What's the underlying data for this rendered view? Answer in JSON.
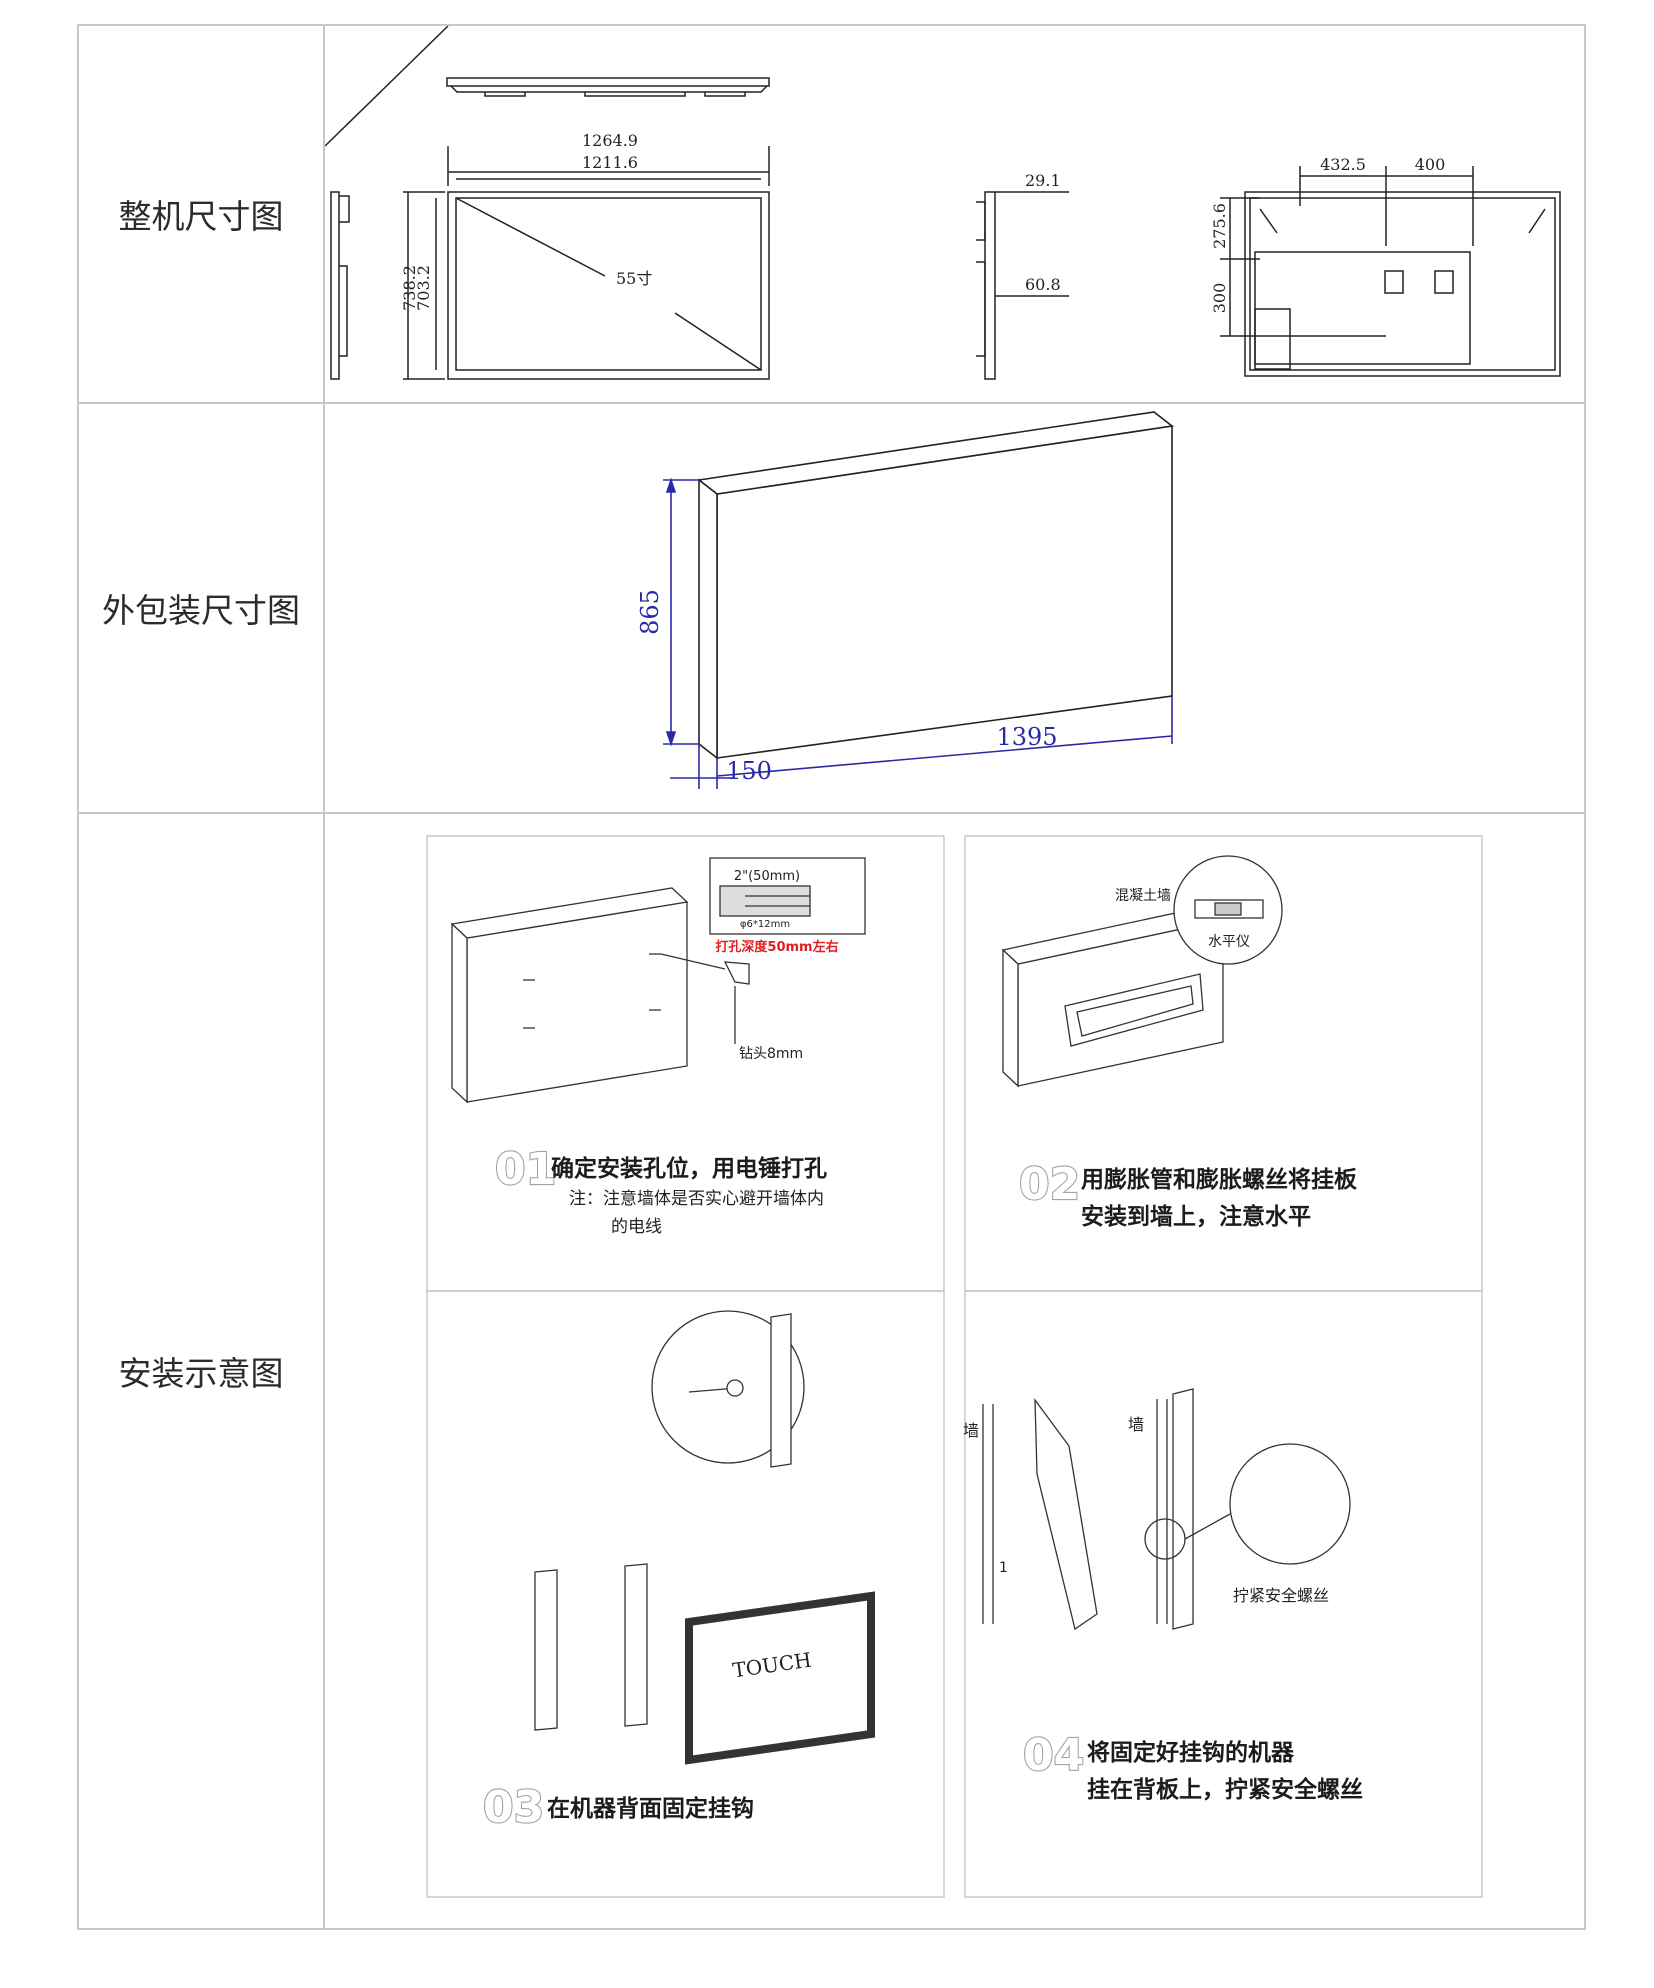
{
  "rows": {
    "dimensions": {
      "label": "整机尺寸图"
    },
    "package": {
      "label": "外包装尺寸图"
    },
    "install": {
      "label": "安装示意图"
    }
  },
  "dimension_drawing": {
    "overall_width": "1264.9",
    "screen_width": "1211.6",
    "overall_height": "738.2",
    "screen_height": "703.2",
    "diagonal": "55寸",
    "depth_top": "29.1",
    "depth_bottom": "60.8",
    "rear_offset_x": "432.5",
    "rear_spacing_x": "400",
    "rear_offset_y": "275.6",
    "rear_spacing_y": "300"
  },
  "package_drawing": {
    "height": "865",
    "width": "1395",
    "depth": "150"
  },
  "install_steps": {
    "step1": {
      "number": "01",
      "title": "确定安装孔位，用电锤打孔",
      "note_line1": "注：注意墙体是否实心避开墙体内",
      "note_line2": "的电线",
      "detail_size": "2\"(50mm)",
      "detail_hole": "φ6*12mm",
      "detail_depth": "打孔深度50mm左右",
      "drill_label": "钻头8mm"
    },
    "step2": {
      "number": "02",
      "title_line1": "用膨胀管和膨胀螺丝将挂板",
      "title_line2": "安装到墙上，注意水平",
      "wall_label": "混凝土墙",
      "level_label": "水平仪"
    },
    "step3": {
      "number": "03",
      "title": "在机器背面固定挂钩",
      "screen_text": "TOUCH"
    },
    "step4": {
      "number": "04",
      "title_line1": "将固定好挂钩的机器",
      "title_line2": "挂在背板上，拧紧安全螺丝",
      "wall_label_left": "墙",
      "wall_label_right": "墙",
      "callout_number": "1",
      "screw_label": "拧紧安全螺丝"
    }
  }
}
